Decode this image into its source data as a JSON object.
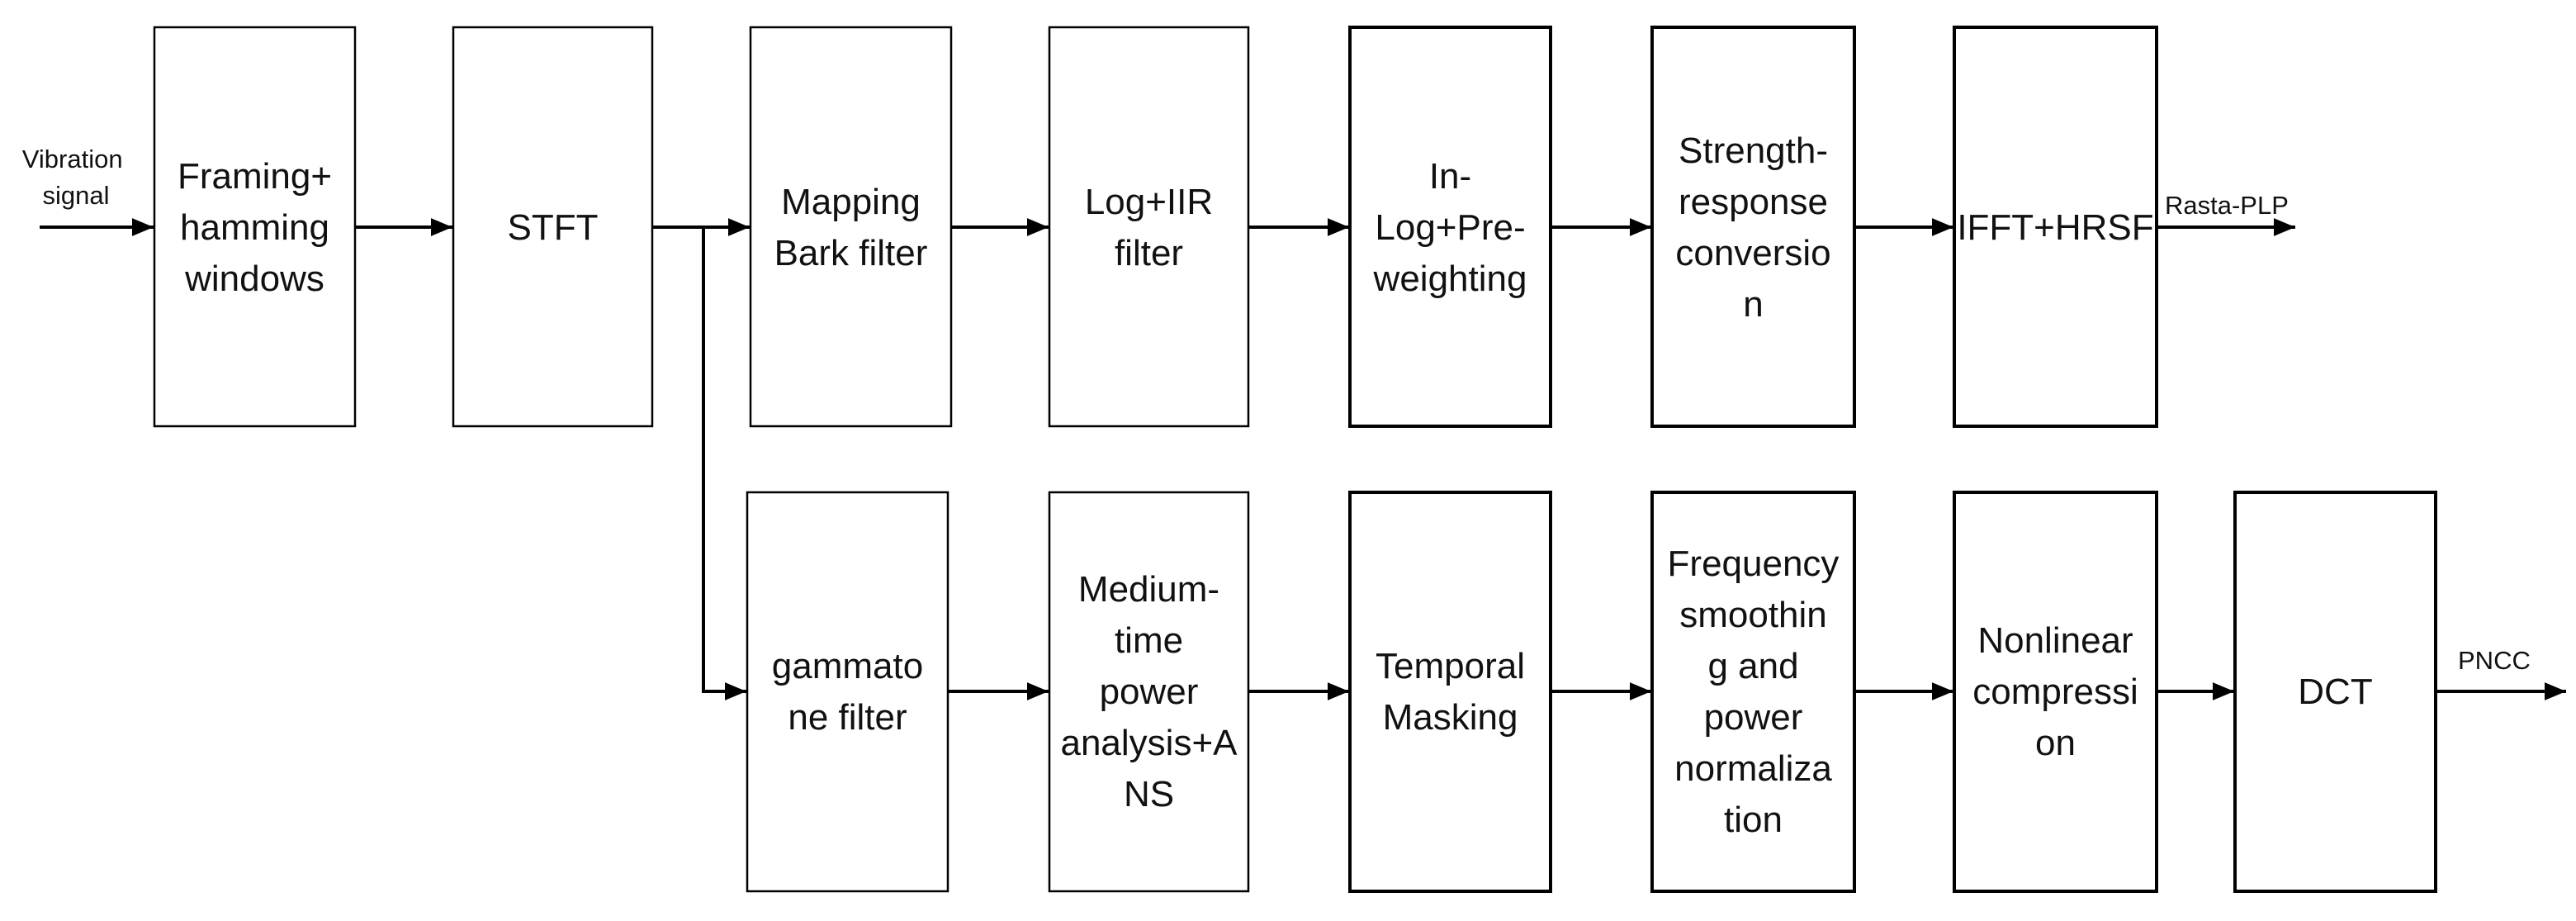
{
  "input_label": [
    "Vibration",
    "signal"
  ],
  "top_row": [
    {
      "id": "framing",
      "lines": [
        "Framing+",
        "hamming",
        "windows"
      ]
    },
    {
      "id": "stft",
      "lines": [
        "STFT"
      ]
    },
    {
      "id": "mapping-bark",
      "lines": [
        "Mapping",
        "Bark filter"
      ]
    },
    {
      "id": "log-iir",
      "lines": [
        "Log+IIR",
        "filter"
      ]
    },
    {
      "id": "in-log-pre",
      "lines": [
        "In-",
        "Log+Pre-",
        "weighting"
      ]
    },
    {
      "id": "strength-response",
      "lines": [
        "Strength-",
        "response",
        "conversio",
        "n"
      ]
    },
    {
      "id": "ifft-hrsf",
      "lines": [
        "IFFT+HRSF"
      ]
    }
  ],
  "bottom_row": [
    {
      "id": "gammatone",
      "lines": [
        "gammato",
        "ne filter"
      ]
    },
    {
      "id": "medium-time",
      "lines": [
        "Medium-",
        "time",
        "power",
        "analysis+A",
        "NS"
      ]
    },
    {
      "id": "temporal-masking",
      "lines": [
        "Temporal",
        "Masking"
      ]
    },
    {
      "id": "frequency-smoothing",
      "lines": [
        "Frequency",
        "smoothin",
        "g and",
        "power",
        "normaliza",
        "tion"
      ]
    },
    {
      "id": "nonlinear-compression",
      "lines": [
        "Nonlinear",
        "compressi",
        "on"
      ]
    },
    {
      "id": "dct",
      "lines": [
        "DCT"
      ]
    }
  ],
  "outputs": {
    "top": "Rasta-PLP",
    "bottom": "PNCC"
  }
}
